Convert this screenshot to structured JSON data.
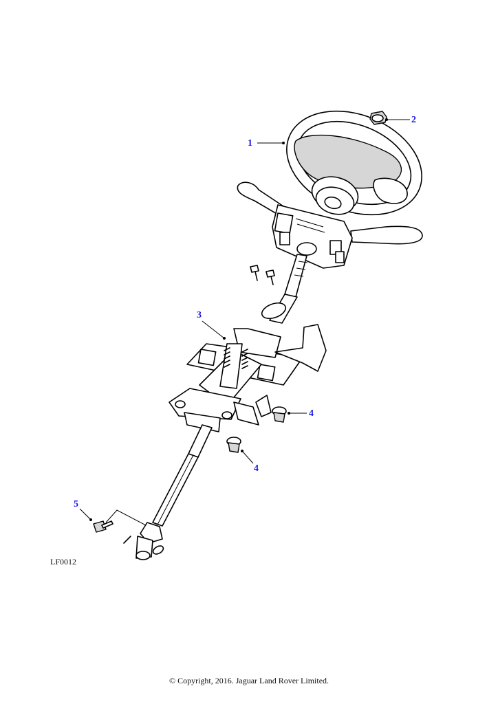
{
  "figure_code": "LF0012",
  "copyright": "© Copyright, 2016. Jaguar Land Rover Limited.",
  "callouts": [
    {
      "id": "c1",
      "label": "1",
      "part": "steering wheel"
    },
    {
      "id": "c2",
      "label": "2",
      "part": "nut"
    },
    {
      "id": "c3",
      "label": "3",
      "part": "steering column"
    },
    {
      "id": "c4a",
      "label": "4",
      "part": "grommet"
    },
    {
      "id": "c4b",
      "label": "4",
      "part": "grommet"
    },
    {
      "id": "c5",
      "label": "5",
      "part": "bolt"
    }
  ],
  "colors": {
    "callout": "#1a1ae6",
    "line": "#000000"
  }
}
